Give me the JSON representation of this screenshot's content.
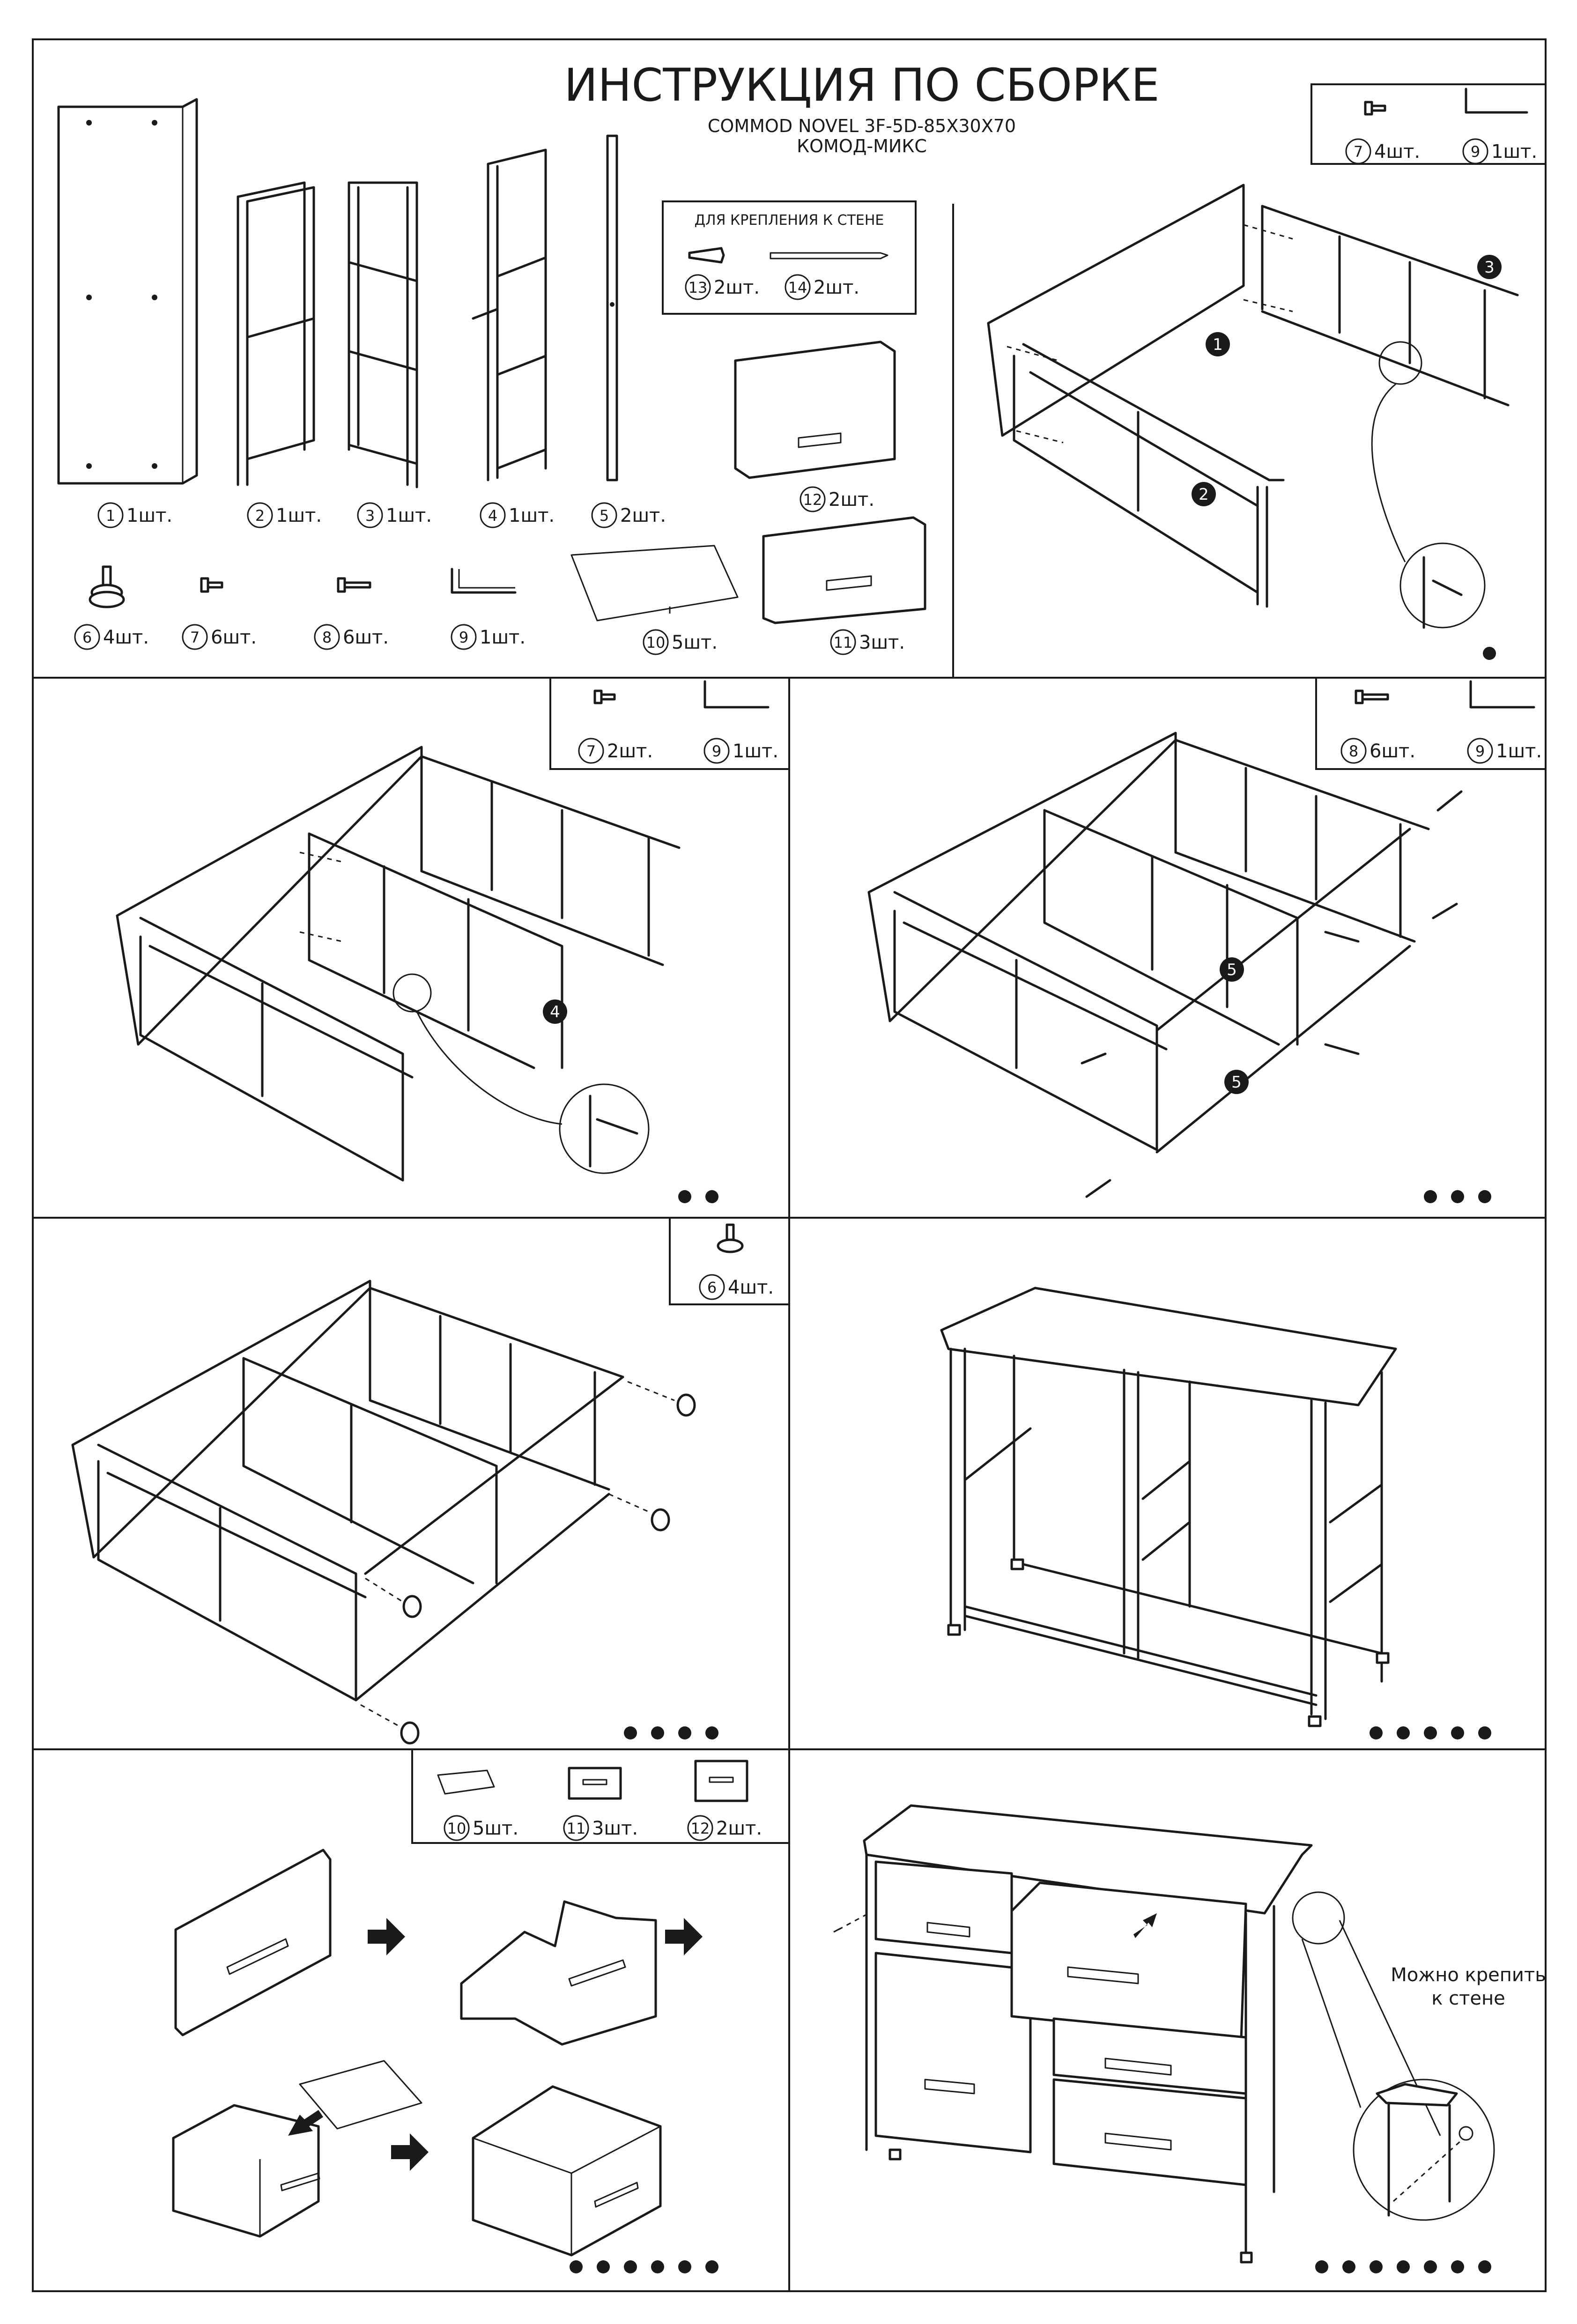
{
  "header": {
    "title": "ИНСТРУКЦИЯ ПО СБОРКЕ",
    "model": "COMMOD NOVEL 3F-5D-85X30X70",
    "product": "КОМОД-МИКС"
  },
  "parts": [
    {
      "num": "1",
      "qty": "1шт."
    },
    {
      "num": "2",
      "qty": "1шт."
    },
    {
      "num": "3",
      "qty": "1шт."
    },
    {
      "num": "4",
      "qty": "1шт."
    },
    {
      "num": "5",
      "qty": "2шт."
    },
    {
      "num": "6",
      "qty": "4шт."
    },
    {
      "num": "7",
      "qty": "6шт."
    },
    {
      "num": "8",
      "qty": "6шт."
    },
    {
      "num": "9",
      "qty": "1шт."
    },
    {
      "num": "10",
      "qty": "5шт."
    },
    {
      "num": "11",
      "qty": "3шт."
    },
    {
      "num": "12",
      "qty": "2шт."
    },
    {
      "num": "13",
      "qty": "2шт."
    },
    {
      "num": "14",
      "qty": "2шт."
    }
  ],
  "wall_mount_box": {
    "label": "ДЛЯ КРЕПЛЕНИЯ К СТЕНЕ"
  },
  "steps": [
    {
      "callouts": [
        {
          "num": "7",
          "qty": "4шт."
        },
        {
          "num": "9",
          "qty": "1шт."
        }
      ],
      "markers": [
        "1",
        "2",
        "3"
      ],
      "dots": 1
    },
    {
      "callouts": [
        {
          "num": "7",
          "qty": "2шт."
        },
        {
          "num": "9",
          "qty": "1шт."
        }
      ],
      "markers": [
        "4"
      ],
      "dots": 2
    },
    {
      "callouts": [
        {
          "num": "8",
          "qty": "6шт."
        },
        {
          "num": "9",
          "qty": "1шт."
        }
      ],
      "markers": [
        "5",
        "5"
      ],
      "dots": 3
    },
    {
      "callouts": [
        {
          "num": "6",
          "qty": "4шт."
        }
      ],
      "markers": [],
      "dots": 4
    },
    {
      "callouts": [],
      "markers": [],
      "dots": 5
    },
    {
      "callouts": [
        {
          "num": "10",
          "qty": "5шт."
        },
        {
          "num": "11",
          "qty": "3шт."
        },
        {
          "num": "12",
          "qty": "2шт."
        }
      ],
      "markers": [],
      "dots": 6
    },
    {
      "callouts": [],
      "markers": [],
      "dots": 7,
      "note": "Можно крепить\nк стене"
    }
  ],
  "final_note": {
    "line1": "Можно крепить",
    "line2": "к стене"
  }
}
